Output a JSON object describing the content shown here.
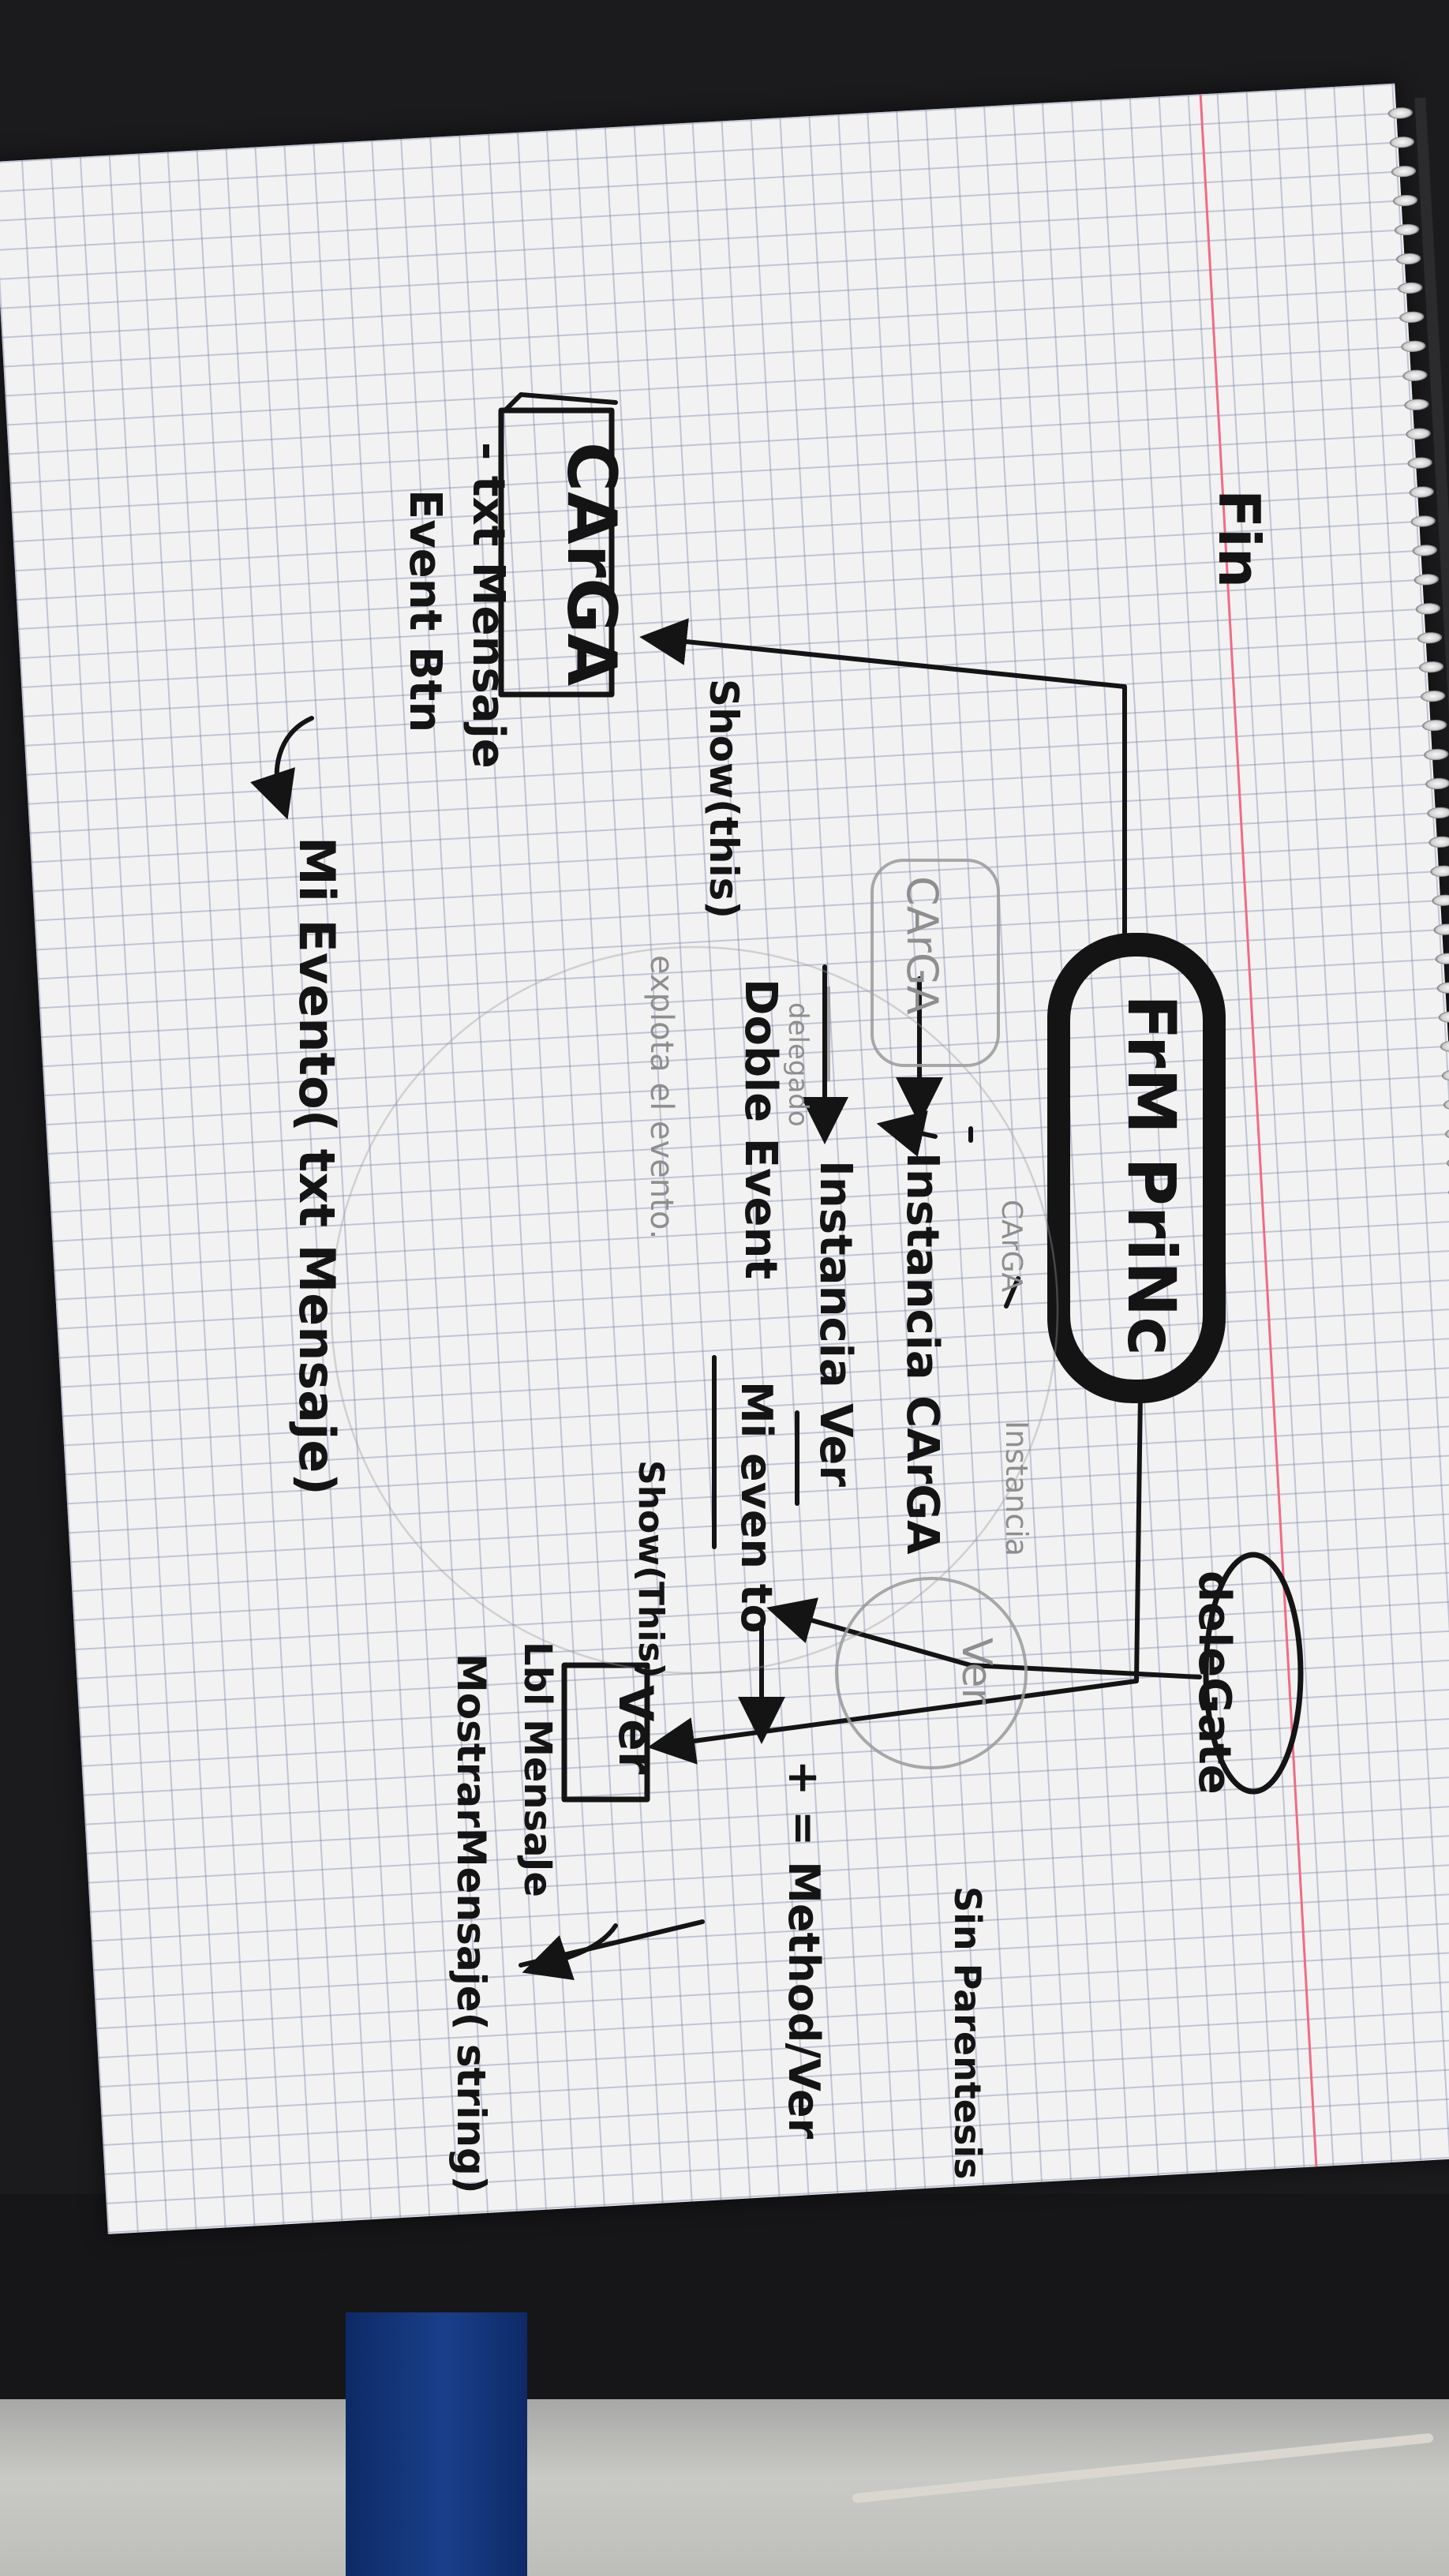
{
  "photo": {
    "description_free": true,
    "ink_color": "#141414",
    "pencil_color": "#9a9a9a",
    "page_color": "#f2f2f3",
    "grid_color": "#8b97b0",
    "margin_color": "#f06b85"
  },
  "notes": {
    "fin": "Fin",
    "carga_box": "CArGA",
    "txt_mensaje": "- txt Mensaje",
    "event_btn": "Event Btn",
    "mi_evento": "Mi Evento( txt Mensaje)",
    "show_this_left": "Show(this)",
    "frm_prin": "FrM PriNc",
    "instancia_carga": "Instancia CArGA",
    "instancia_ver": "Instancia Ver",
    "doble_event": "Doble Event",
    "mi_evento_center": "Mi even to",
    "carga_ghost": "CArGA",
    "delegado_ghost": "delegado",
    "explota_el_evento": "explota el evento.",
    "carga_small": "CArGA",
    "instancia_ghost": "Instancia",
    "ver_ghost": "Ver",
    "delegate": "deleGate",
    "show_this_right": "Show(This)",
    "ver_box": "Ver",
    "lbl_mensaje": "Lbl MensaJe",
    "mostrar_mensaje": "MostrarMensaje( string)",
    "plus_equals": "+ = Method/Ver",
    "sin_parentesis": "Sin Parentesis"
  }
}
